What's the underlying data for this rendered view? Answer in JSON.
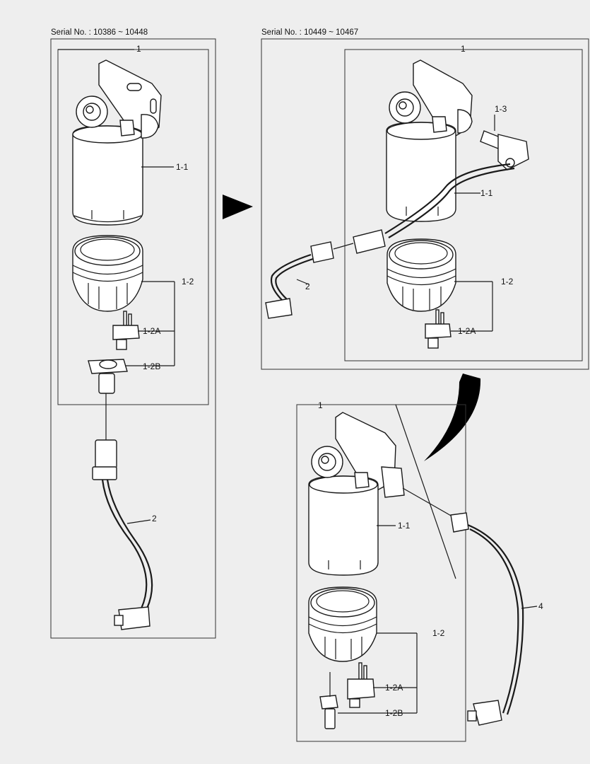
{
  "headers": {
    "left_serial": "Serial No. : 10386 ~ 10448",
    "right_serial": "Serial No. : 10449 ~ 10467"
  },
  "labels": {
    "a1": "1",
    "a1_1": "1-1",
    "a1_2": "1-2",
    "a1_2a": "1-2A",
    "a1_2b": "1-2B",
    "a2": "2",
    "b1": "1",
    "b1_3": "1-3",
    "b1_1": "1-1",
    "b2": "2",
    "b1_2": "1-2",
    "b1_2a": "1-2A",
    "c1": "1",
    "c1_1": "1-1",
    "c4": "4",
    "c1_2": "1-2",
    "c1_2a": "1-2A",
    "c1_2b": "1-2B"
  }
}
